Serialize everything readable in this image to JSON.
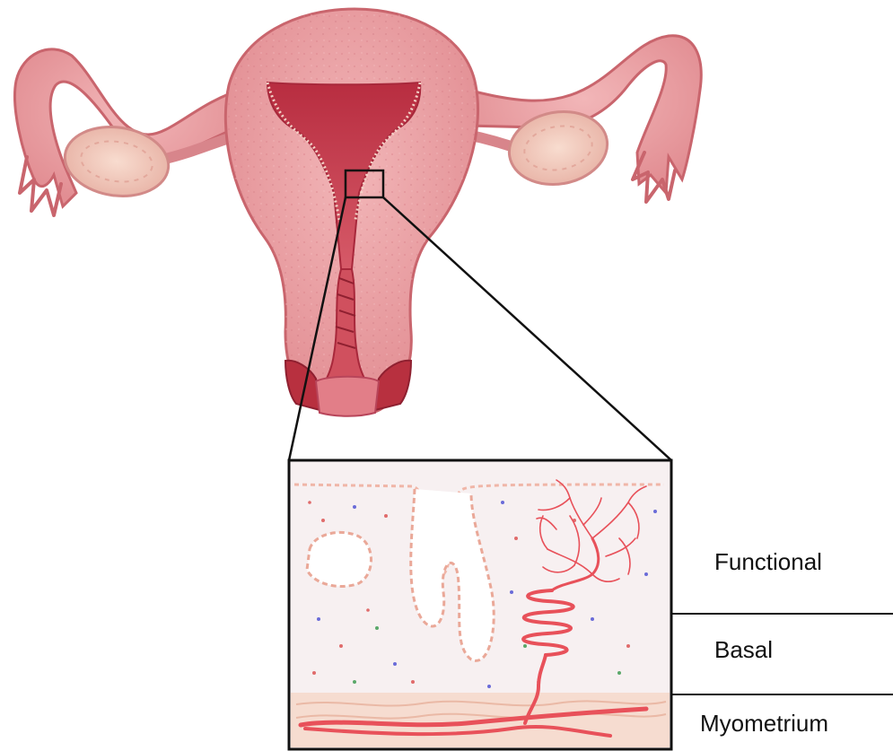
{
  "layers": [
    {
      "label": "Functional"
    },
    {
      "label": "Basal"
    },
    {
      "label": "Myometrium"
    }
  ],
  "colors": {
    "uterus_wall": "#eaa0a3",
    "uterus_outline": "#c9656d",
    "cavity": "#c23a4a",
    "ovary": "#f3cfc0",
    "tissue_bg": "#f6efef",
    "artery": "#e8515a",
    "zoom_lines": "#111111"
  }
}
